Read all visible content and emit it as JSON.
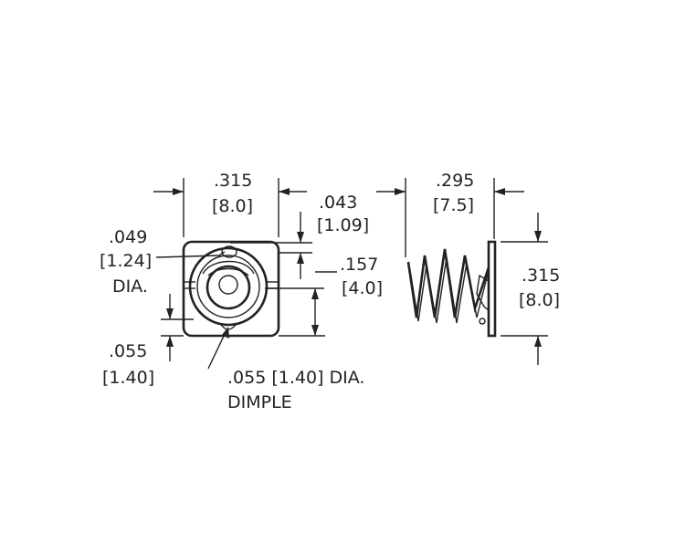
{
  "front_view": {
    "width": {
      "inch": ".315",
      "mm": "[8.0]"
    },
    "tab_offset": {
      "inch": ".043",
      "mm": "[1.09]"
    },
    "hole": {
      "inch": ".049",
      "mm": "[1.24]",
      "suffix": "DIA."
    },
    "spring_height": {
      "inch": ".157",
      "mm": "[4.0]"
    },
    "bottom_offset": {
      "inch": ".055",
      "mm": "[1.40]"
    },
    "dimple": {
      "line1": ".055 [1.40] DIA.",
      "line2": "DIMPLE"
    }
  },
  "side_view": {
    "depth": {
      "inch": ".295",
      "mm": "[7.5]"
    },
    "height": {
      "inch": ".315",
      "mm": "[8.0]"
    }
  }
}
